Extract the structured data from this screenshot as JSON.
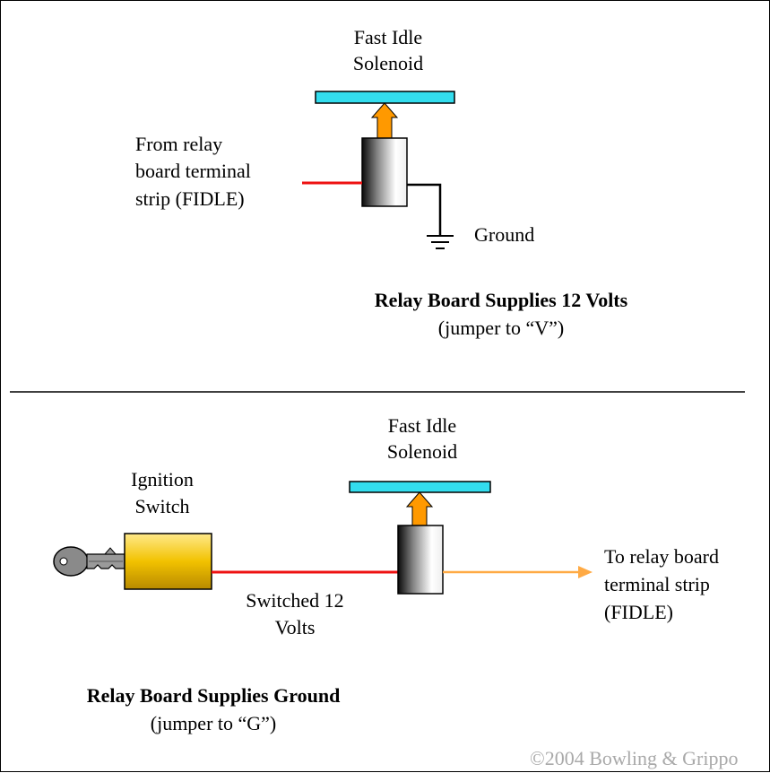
{
  "top": {
    "solenoid_label_1": "Fast Idle",
    "solenoid_label_2": "Solenoid",
    "from_label_1": "From relay",
    "from_label_2": "board terminal",
    "from_label_3": "strip (FIDLE)",
    "ground_label": "Ground",
    "title": "Relay Board Supplies 12 Volts",
    "subtitle": "(jumper to “V”)"
  },
  "bottom": {
    "ignition_label_1": "Ignition",
    "ignition_label_2": "Switch",
    "solenoid_label_1": "Fast Idle",
    "solenoid_label_2": "Solenoid",
    "switched_label_1": "Switched 12",
    "switched_label_2": "Volts",
    "to_label_1": "To relay board",
    "to_label_2": "terminal strip",
    "to_label_3": "(FIDLE)",
    "title": "Relay Board Supplies Ground",
    "subtitle": "(jumper to “G”)"
  },
  "copyright": "©2004 Bowling & Grippo",
  "colors": {
    "plate": "#33ddee",
    "arrow": "#ff9900",
    "wire_red": "#ee1111",
    "wire_orange": "#ffaa44",
    "switch_gold": "#f2c200"
  }
}
